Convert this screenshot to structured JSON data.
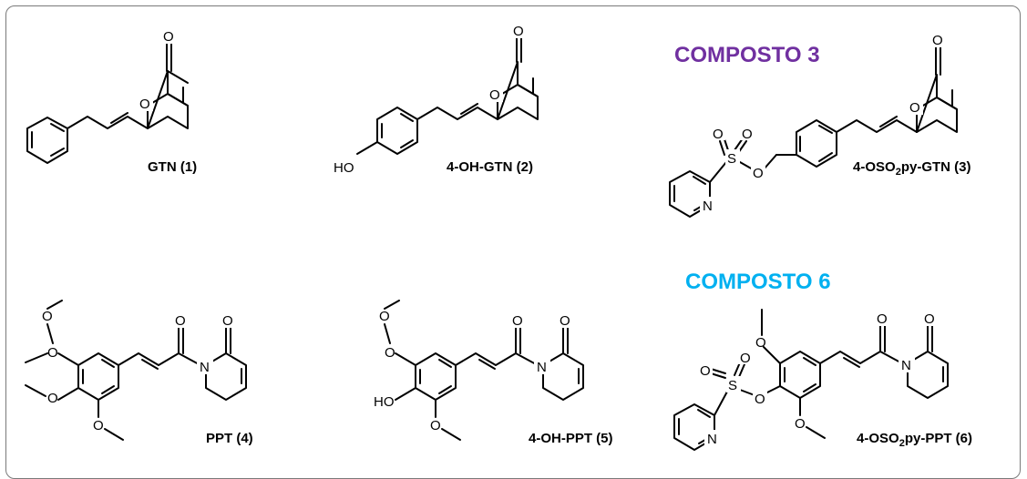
{
  "headings": {
    "composto3": {
      "text": "COMPOSTO 3",
      "color": "#7030a0"
    },
    "composto6": {
      "text": "COMPOSTO 6",
      "color": "#00b0f0"
    }
  },
  "compounds": [
    {
      "label": "GTN (1)"
    },
    {
      "label": "4-OH-GTN (2)"
    },
    {
      "label_main": "4-OSO",
      "label_sub": "2",
      "label_tail": "py-GTN (3)"
    },
    {
      "label": "PPT (4)"
    },
    {
      "label": "4-OH-PPT (5)"
    },
    {
      "label_main": "4-OSO",
      "label_sub": "2",
      "label_tail": "py-PPT (6)"
    }
  ],
  "atoms": {
    "O": "O",
    "N": "N",
    "S": "S",
    "HO": "HO"
  }
}
